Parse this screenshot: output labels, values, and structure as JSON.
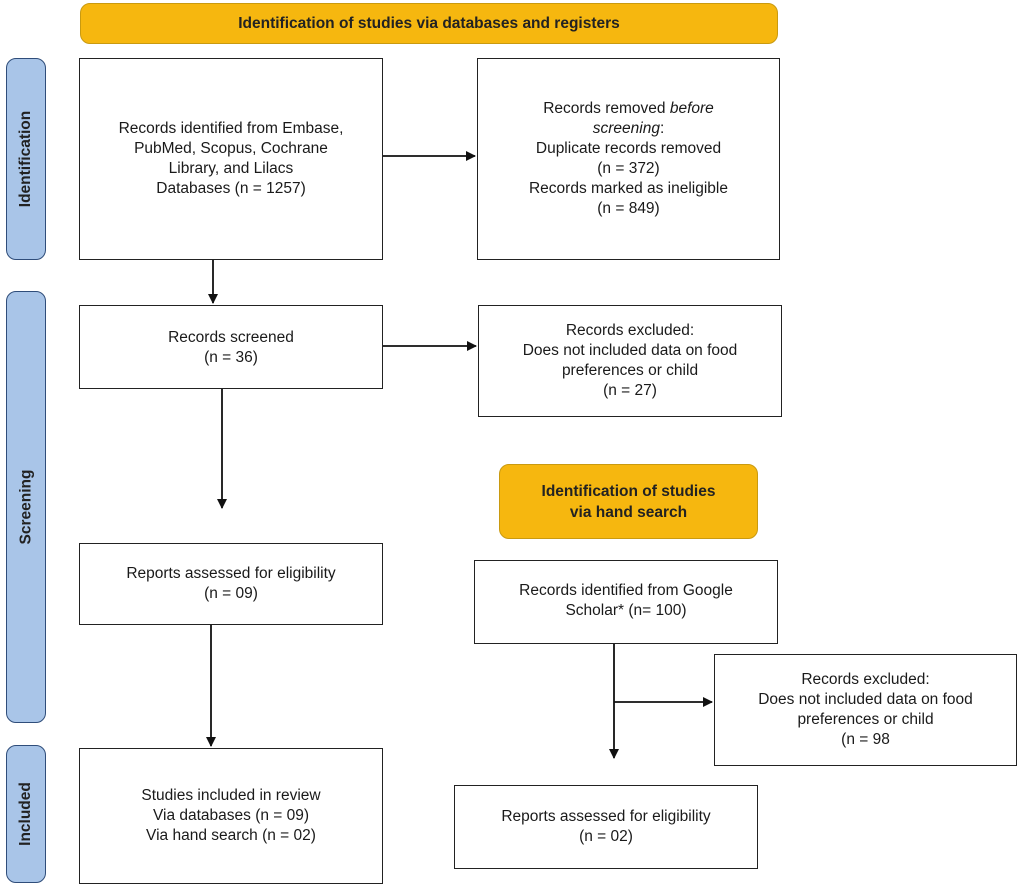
{
  "banners": {
    "databases": "Identification of studies via databases and registers",
    "hand_search": [
      "Identification of studies",
      "via hand search"
    ]
  },
  "phases": {
    "identification": "Identification",
    "screening": "Screening",
    "included": "Included"
  },
  "boxes": {
    "records_identified": [
      "Records identified from Embase,",
      "PubMed, Scopus, Cochrane",
      "Library, and Lilacs",
      "Databases (n = 1257)"
    ],
    "records_removed": {
      "line1": "Records removed",
      "line1_italic": "before",
      "line2_italic": "screening",
      "line2_rest": ":",
      "rest": [
        "Duplicate records removed",
        "(n = 372)",
        "Records marked as ineligible",
        "(n = 849)"
      ]
    },
    "records_screened": [
      "Records screened",
      "(n = 36)"
    ],
    "records_excluded_db": [
      "Records excluded:",
      "Does not included data on food",
      "preferences or child",
      "(n = 27)"
    ],
    "reports_assessed_db": [
      "Reports assessed for eligibility",
      "(n = 09)"
    ],
    "studies_included": [
      "Studies included in review",
      "Via databases (n = 09)",
      "Via hand search (n = 02)"
    ],
    "records_google": [
      "Records identified from Google",
      "Scholar* (n= 100)"
    ],
    "records_excluded_hand": [
      "Records excluded:",
      "Does not included data on food",
      "preferences or child",
      "(n = 98"
    ],
    "reports_assessed_hand": [
      "Reports assessed for eligibility",
      "(n = 02)"
    ]
  }
}
